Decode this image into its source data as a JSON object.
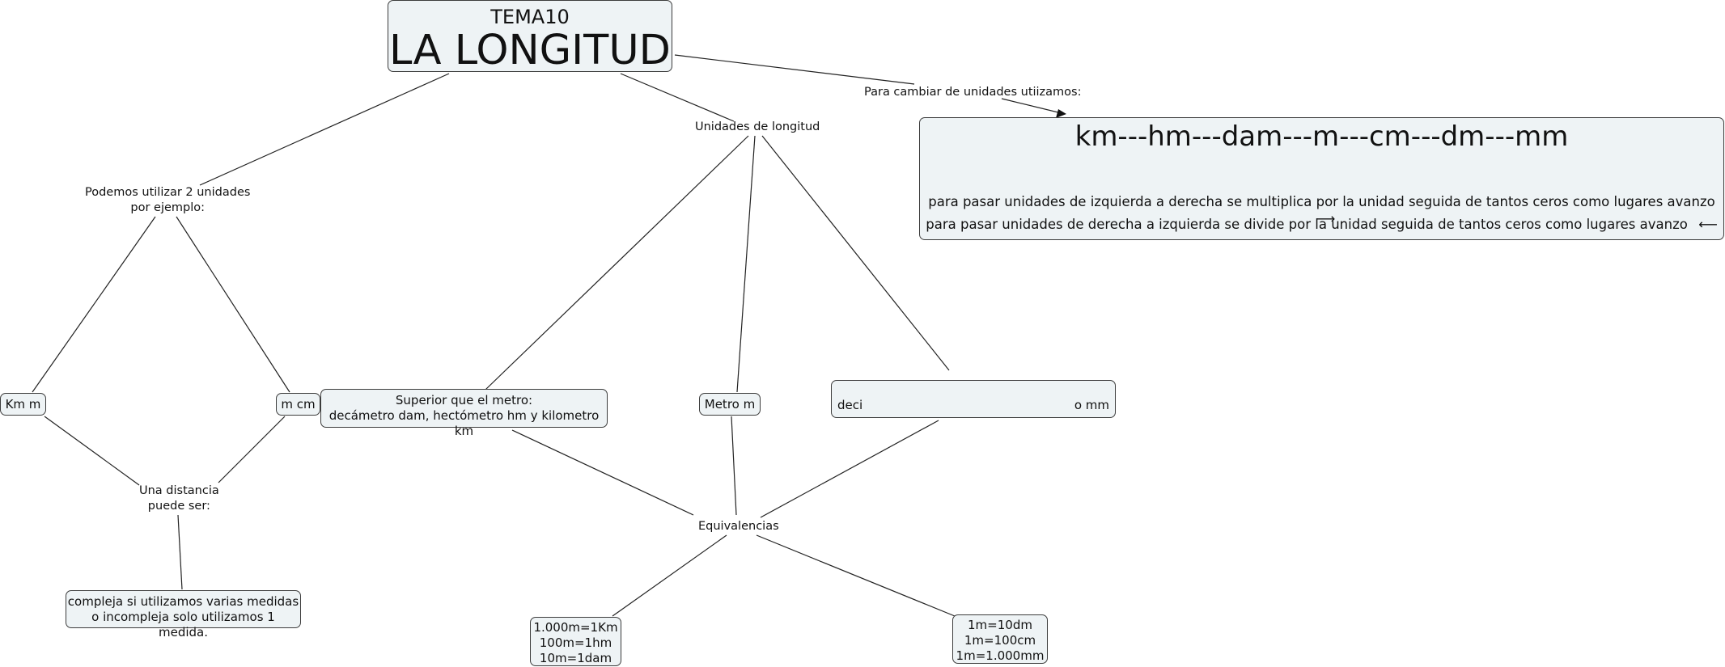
{
  "title": {
    "small": "TEMA10",
    "big": "LA LONGITUD"
  },
  "link_labels": {
    "change_units": "Para cambiar de unidades utiizamos:",
    "length_units": "Unidades de longitud",
    "two_units": "Podemos utilizar 2 unidades\npor ejemplo:",
    "distance": "Una distancia\npuede ser:",
    "equivalences": "Equivalencias"
  },
  "units_box": {
    "sequence": "km---hm---dam---m---cm---dm---mm",
    "rule_left_to_right": "para pasar unidades de izquierda a derecha se multiplica por la unidad seguida de tantos ceros como lugares avanzo",
    "arrow_right": "⟶",
    "rule_right_to_left": "para pasar unidades de derecha a izquierda se divide por la unidad seguida de tantos ceros como lugares avanzo",
    "arrow_left": "⟵"
  },
  "nodes": {
    "km_m": "Km m",
    "m_cm": "m cm",
    "superior": "Superior que el metro:\ndecámetro dam, hectómetro hm y kilometro km",
    "metro": "Metro m",
    "menores_left": "deci",
    "menores_right": "o mm",
    "compleja": "compleja si utilizamos varias medidas\no incompleja solo utilizamos 1 medida.",
    "equiv_left": "1.000m=1Km\n100m=1hm\n10m=1dam",
    "equiv_right": "1m=10dm\n1m=100cm\n1m=1.000mm"
  }
}
